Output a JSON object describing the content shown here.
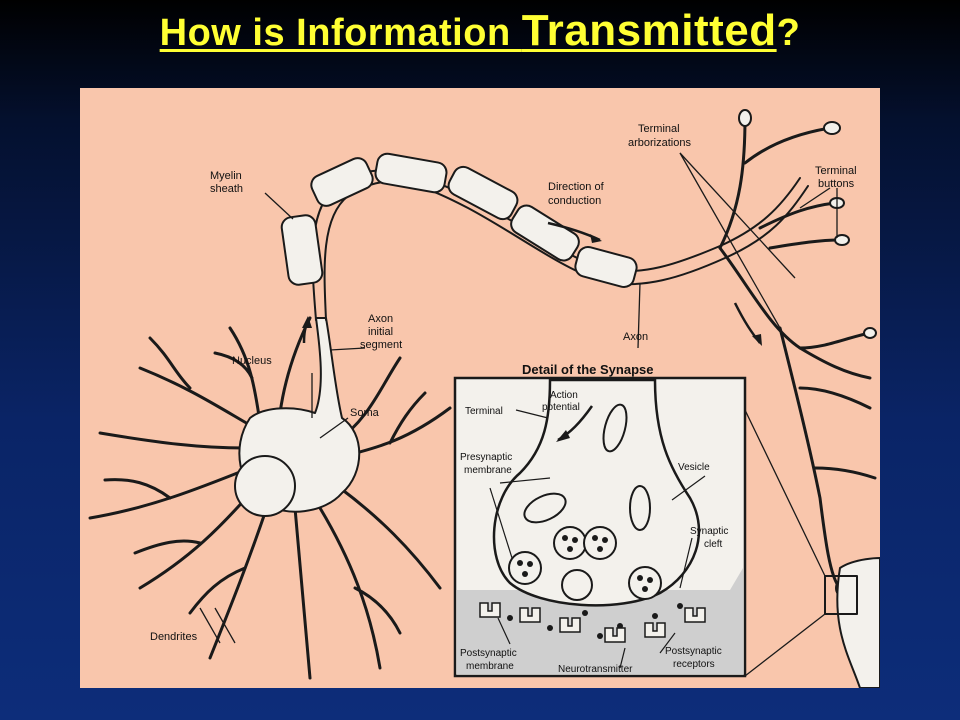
{
  "title": {
    "part1": "How is Information ",
    "part2": "Transmitted",
    "part3": "?"
  },
  "labels": {
    "myelin_1": "Myelin",
    "myelin_2": "sheath",
    "direction_1": "Direction of",
    "direction_2": "conduction",
    "terminal_arb_1": "Terminal",
    "terminal_arb_2": "arborizations",
    "terminal_buttons_1": "Terminal",
    "terminal_buttons_2": "buttons",
    "axon_initial_1": "Axon",
    "axon_initial_2": "initial",
    "axon_initial_3": "segment",
    "axon": "Axon",
    "nucleus": "Nucleus",
    "soma": "Soma",
    "dendrites": "Dendrites"
  },
  "synapse": {
    "title": "Detail of the Synapse",
    "terminal": "Terminal",
    "action_1": "Action",
    "action_2": "potential",
    "presyn_1": "Presynaptic",
    "presyn_2": "membrane",
    "vesicle": "Vesicle",
    "cleft_1": "Synaptic",
    "cleft_2": "cleft",
    "postsyn_1": "Postsynaptic",
    "postsyn_2": "membrane",
    "neurotransmitter": "Neurotransmitter",
    "receptors_1": "Postsynaptic",
    "receptors_2": "receptors"
  },
  "colors": {
    "title": "#ffff33",
    "panel": "#f9c6ac",
    "cell": "#f3f1ec",
    "postsynaptic": "#cfcfcf"
  }
}
